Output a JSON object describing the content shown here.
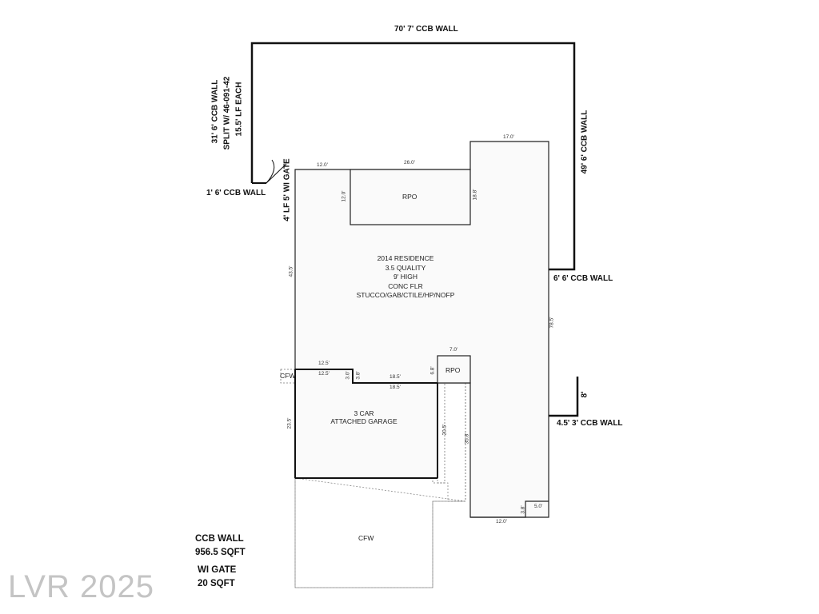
{
  "walls": {
    "top": "70' 7' CCB WALL",
    "right_upper": "49' 6' CCB WALL",
    "right_mid": "6' 6' CCB WALL",
    "right_lower": "4.5' 3' CCB WALL",
    "right_lower_vert": "8'",
    "left_split_1": "31' 6' CCB WALL",
    "left_split_2": "SPLIT W/ 46-091-42",
    "left_split_3": "15.5' LF EACH",
    "left_short": "1' 6' CCB WALL",
    "gate": "4' LF 5' WI GATE"
  },
  "rooms": {
    "rpo_top": "RPO",
    "rpo_small": "RPO",
    "residence": [
      "2014 RESIDENCE",
      "3.5 QUALITY",
      "9' HIGH",
      "CONC FLR",
      "STUCCO/GAB/CTILE/HP/NOFP"
    ],
    "garage": [
      "3 CAR",
      "ATTACHED GARAGE"
    ],
    "cfw_side": "CFW",
    "cfw_drive": "CFW"
  },
  "dims": {
    "top_left": "12.0'",
    "rpo_width": "26.0'",
    "rpo_depth_left": "12.0'",
    "rpo_depth_right": "18.8'",
    "right_block_top": "17.0'",
    "left_side": "43.5'",
    "right_side": "78.5'",
    "small_rpo_top": "7.0'",
    "small_rpo_side": "6.8'",
    "garage_top_a": "12.5'",
    "garage_top_b": "12.5'",
    "step_a": "3.0'",
    "step_b": "3.8'",
    "garage_mid_a": "18.5'",
    "garage_mid_b": "18.5'",
    "garage_left": "23.5'",
    "garage_inner": "20.5'",
    "wing_inner": "35.8'",
    "bottom_step": "3.8'",
    "bottom_right": "5.0'",
    "bottom": "12.0'"
  },
  "summary": {
    "ccb_title": "CCB WALL",
    "ccb_area": "956.5 SQFT",
    "gate_title": "WI GATE",
    "gate_area": "20 SQFT"
  },
  "watermark": "LVR 2025"
}
